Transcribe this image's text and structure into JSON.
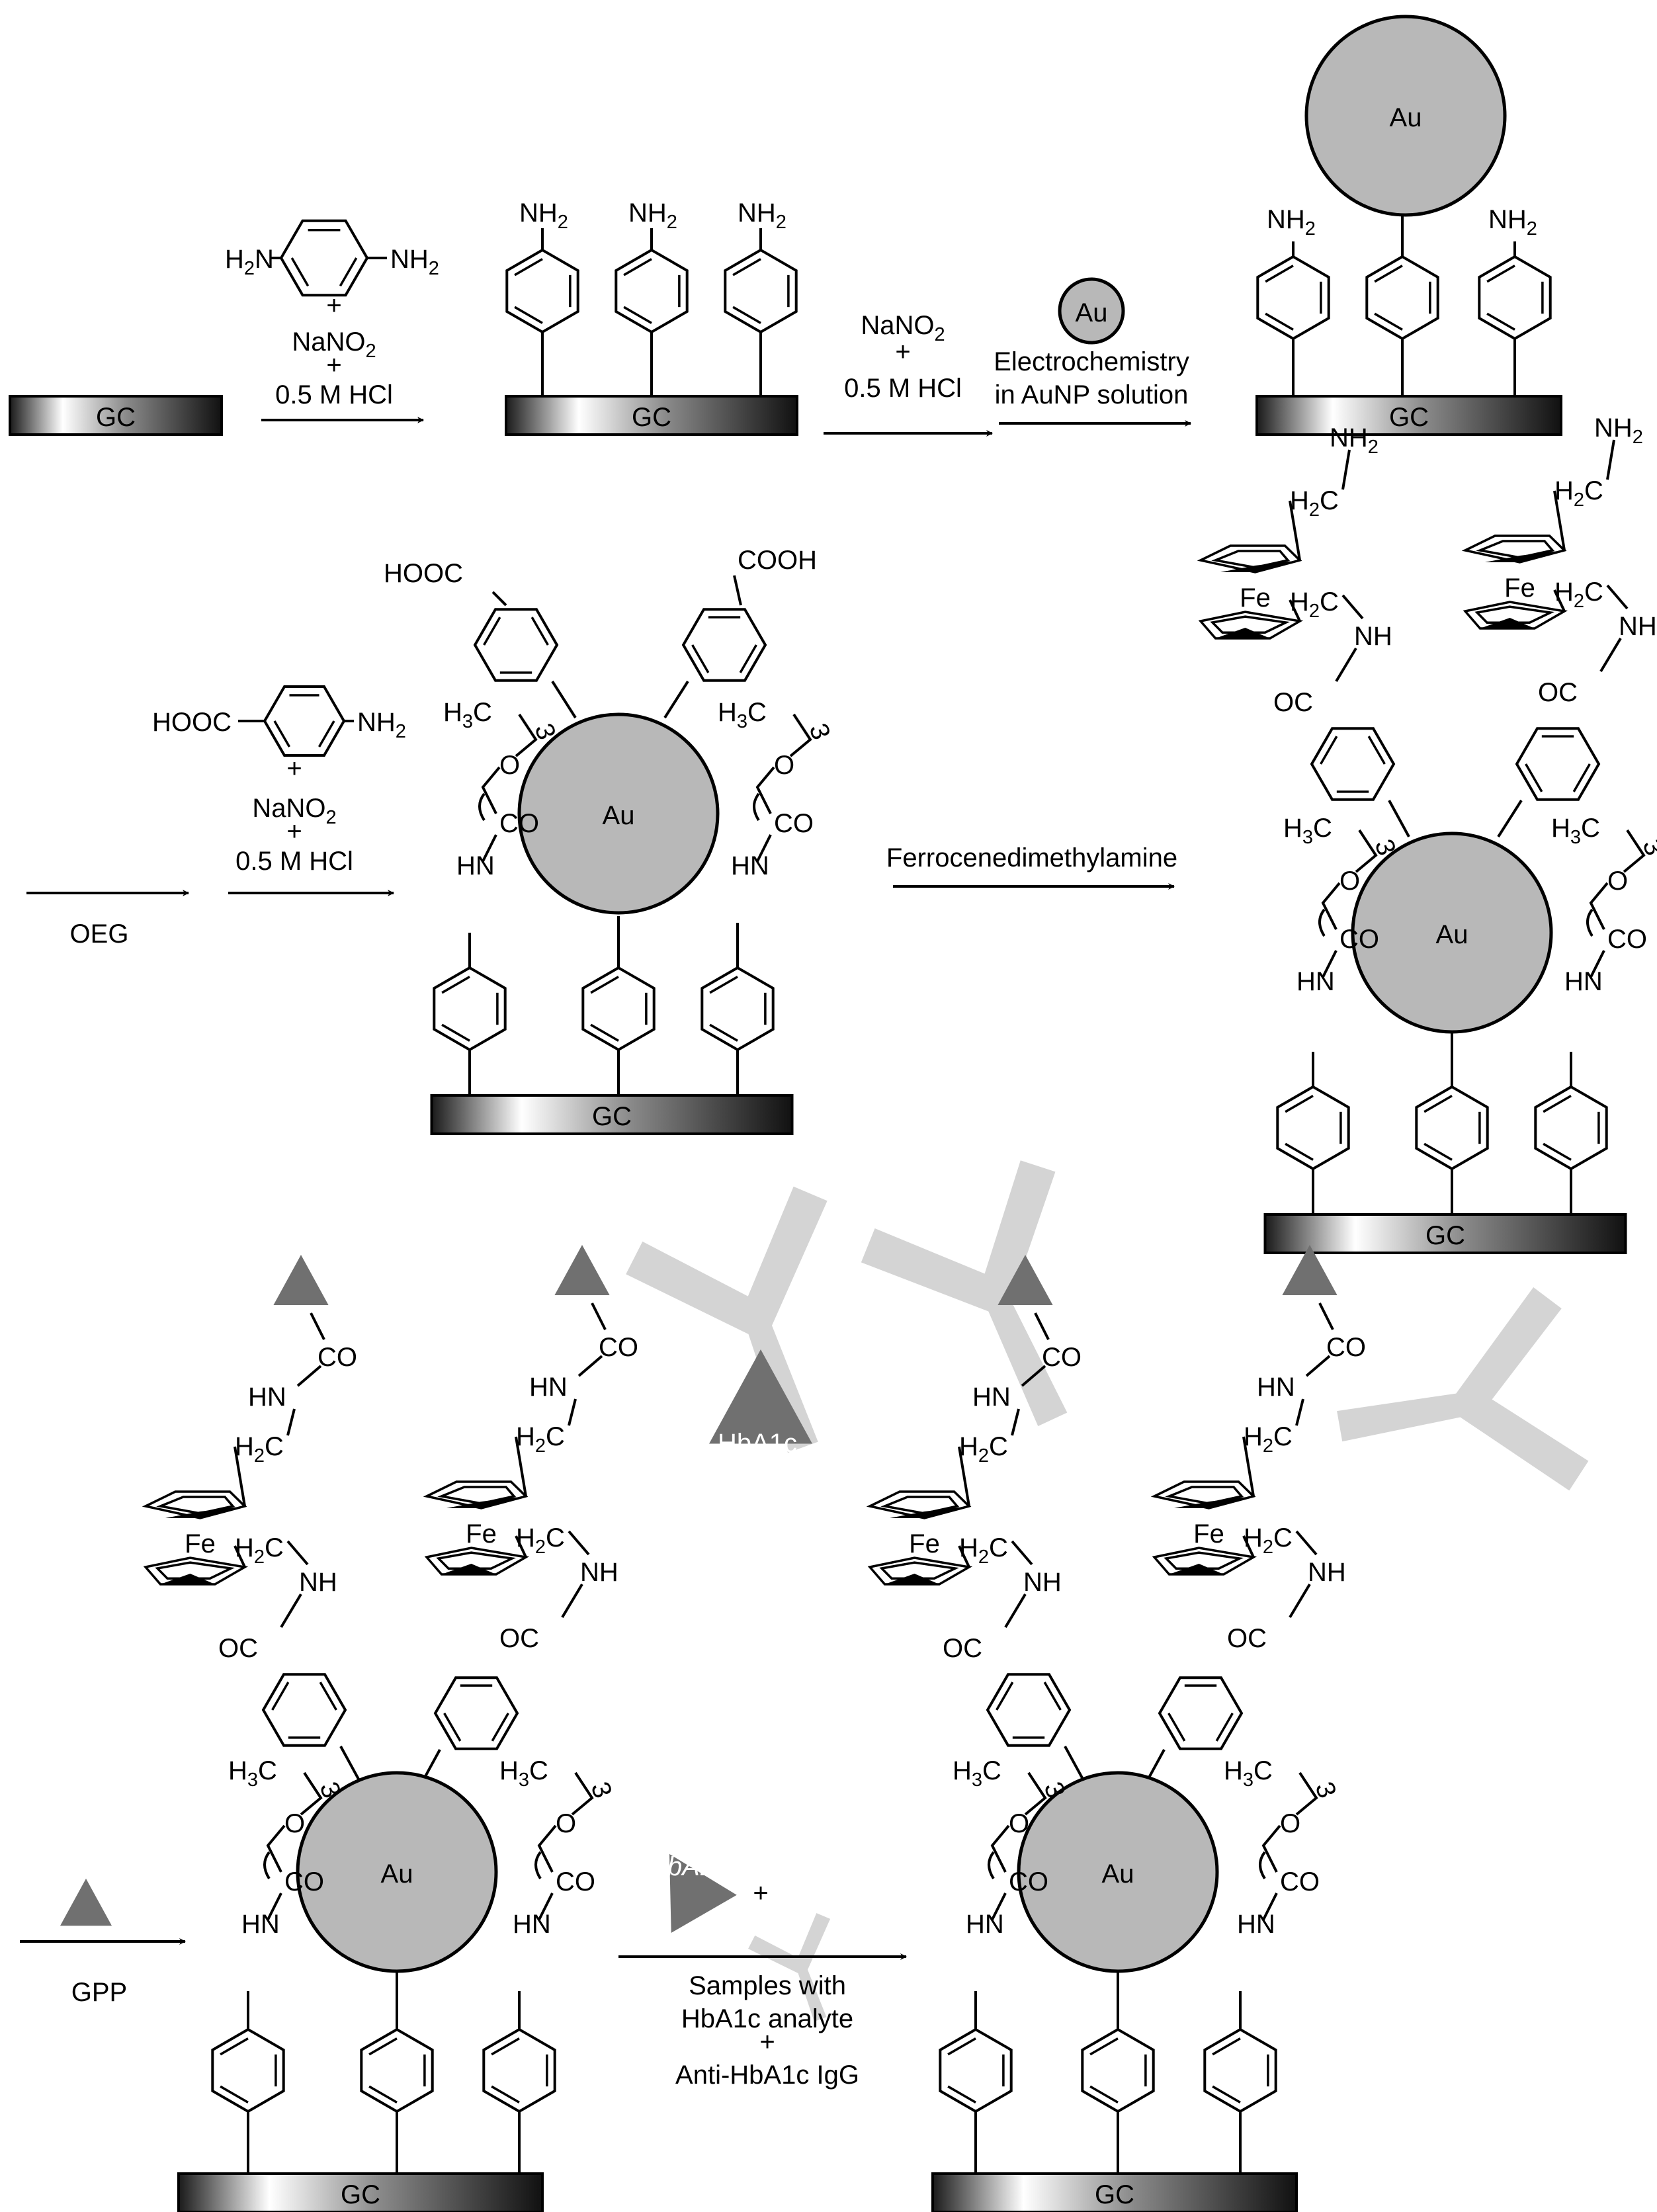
{
  "labels": {
    "gc": "GC",
    "au": "Au",
    "nh2": "NH",
    "sub2": "2",
    "sub3": "3",
    "h2n": "H",
    "h3c": "H",
    "c": "C",
    "cooh": "COOH",
    "hooc": "HOOC",
    "co": "CO",
    "oc": "OC",
    "o": "O",
    "nh": "NH",
    "hn": "HN",
    "n": "N",
    "h": "H",
    "fe": "Fe",
    "hba1c": "HbA1c",
    "plus": "+"
  },
  "steps": {
    "s1_reagent1": "H",
    "s1_nano2": "NaNO",
    "s1_hcl": "0.5 M HCl",
    "s2_nano2": "NaNO",
    "s2_hcl": "0.5 M HCl",
    "s2_echem1": "Electrochemistry",
    "s2_echem2": "in AuNP solution",
    "s3_label": "OEG",
    "s4_reagent": "HOOC",
    "s4_nano2": "NaNO",
    "s4_hcl": "0.5 M HCl",
    "s5_label": "Ferrocenedimethylamine",
    "s6_label": "GPP",
    "s7_line1": "Samples with",
    "s7_line2": "HbA1c analyte",
    "s7_line3": "Anti-HbA1c IgG"
  },
  "colors": {
    "gold_np": "#b8b8b8",
    "antibody": "#d4d4d4",
    "hba1c_triangle": "#707070",
    "electrode_dark": "#1a1a1a"
  }
}
